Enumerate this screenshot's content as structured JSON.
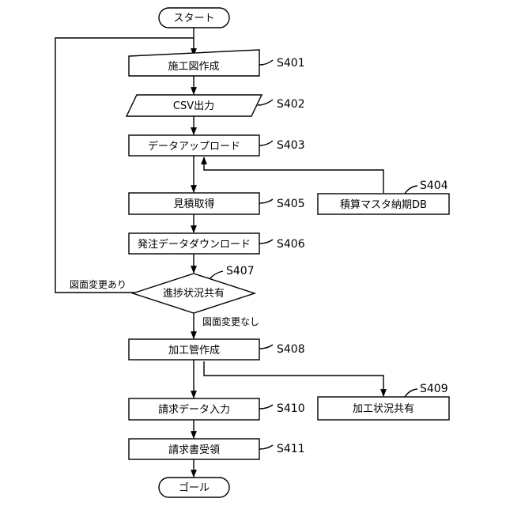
{
  "terminals": {
    "start": "スタート",
    "end": "ゴール"
  },
  "nodes": {
    "s401": {
      "label": "施工図作成",
      "step": "S401"
    },
    "s402": {
      "label": "CSV出力",
      "step": "S402"
    },
    "s403": {
      "label": "データアップロード",
      "step": "S403"
    },
    "s404": {
      "label": "積算マスタ納期DB",
      "step": "S404"
    },
    "s405": {
      "label": "見積取得",
      "step": "S405"
    },
    "s406": {
      "label": "発注データダウンロード",
      "step": "S406"
    },
    "s407": {
      "label": "進捗状況共有",
      "step": "S407"
    },
    "s408": {
      "label": "加工管作成",
      "step": "S408"
    },
    "s409": {
      "label": "加工状況共有",
      "step": "S409"
    },
    "s410": {
      "label": "請求データ入力",
      "step": "S410"
    },
    "s411": {
      "label": "請求書受領",
      "step": "S411"
    }
  },
  "conditions": {
    "changed": "図面変更あり",
    "unchanged": "図面変更なし"
  },
  "colors": {
    "stroke": "#000000",
    "fill": "#ffffff"
  }
}
